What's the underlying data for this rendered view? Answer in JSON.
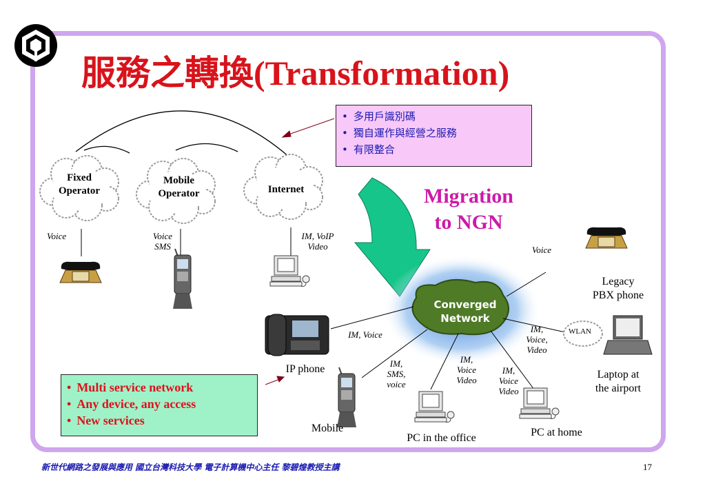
{
  "title": {
    "zh": "服務之轉換",
    "en": "(Transformation)"
  },
  "clouds": [
    {
      "label": "Fixed\nOperator"
    },
    {
      "label": "Mobile\nOperator"
    },
    {
      "label": "Internet"
    }
  ],
  "old_links": {
    "fixed": "Voice",
    "mobile": "Voice\nSMS",
    "internet": "IM, VoIP\nVideo"
  },
  "pink_box": [
    "多用戶識別碼",
    "獨自運作與經營之服務",
    "有限整合"
  ],
  "migration": "Migration\nto NGN",
  "converged": "Converged\nNetwork",
  "new_links": {
    "pbx": "Voice",
    "ipphone": "IM, Voice",
    "mobile": "IM,\nSMS,\nvoice",
    "office": "IM,\nVoice\nVideo",
    "home": "IM,\nVoice\nVideo",
    "laptop": "IM,\nVoice,\nVideo"
  },
  "devices": {
    "pbx": "Legacy\nPBX phone",
    "ipphone": "IP phone",
    "mobile": "Mobile",
    "office": "PC in the office",
    "home": "PC at home",
    "laptop": "Laptop at\nthe airport"
  },
  "wlan": "WLAN",
  "green_box": [
    "Multi service network",
    "Any device, any access",
    "New services"
  ],
  "footer": "新世代網路之發展與應用 國立台灣科技大學 電子計算機中心主任 黎碧煌教授主講",
  "page_number": "17",
  "colors": {
    "title": "#d8131b",
    "frame": "#cfa6ee",
    "pink_box": "#f8c8f8",
    "green_box": "#9ff2c8",
    "arrow": "#16c58a",
    "migration": "#cc1aa8",
    "footer": "#1a1ab0"
  },
  "icons": [
    "hexagon-logo-icon",
    "cloud-icon",
    "desk-phone-icon",
    "mobile-phone-icon",
    "desktop-pc-icon",
    "ip-phone-icon",
    "laptop-icon",
    "curved-arrow-icon"
  ]
}
